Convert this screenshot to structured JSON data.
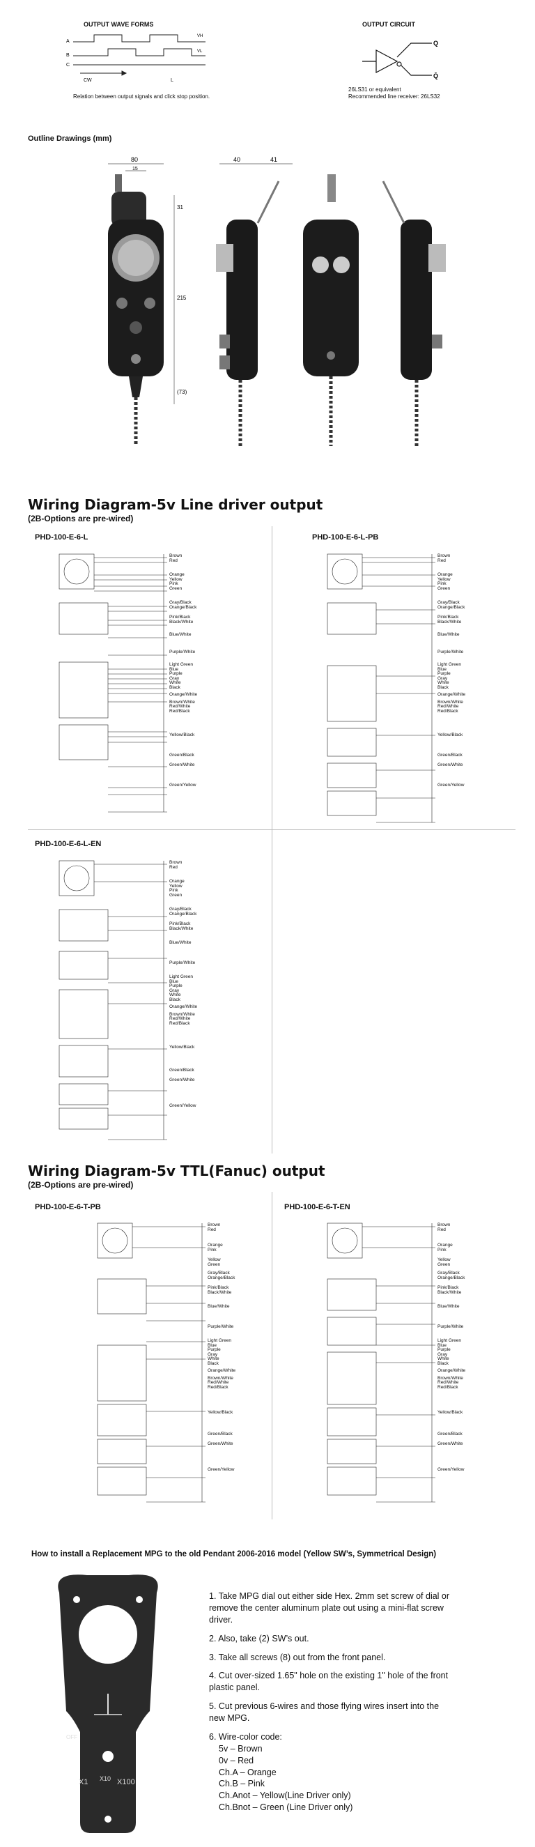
{
  "top": {
    "waveforms_title": "OUTPUT WAVE FORMS",
    "waveforms_caption": "Relation between output signals and click stop position.",
    "wave_labels": {
      "a": "A",
      "b": "B",
      "c": "C",
      "vh": "VH",
      "vl": "VL",
      "cw": "CW",
      "l": "L"
    },
    "circuit_title": "OUTPUT CIRCUIT",
    "circuit_q": "Q",
    "circuit_qbar": "Q̄",
    "circuit_line1": "26LS31 or equivalent",
    "circuit_line2": "Recommended line receiver: 26LS32"
  },
  "outline": {
    "title": "Outline Drawings (mm)",
    "dims": {
      "w80": "80",
      "w15": "15",
      "w40": "40",
      "w41": "41",
      "h31": "31",
      "h215": "215",
      "h73": "(73)"
    }
  },
  "line_driver": {
    "title": "Wiring Diagram-5v Line driver output",
    "subtitle": "(2B-Options are pre-wired)",
    "models": [
      "PHD-100-E-6-L",
      "PHD-100-E-6-L-PB",
      "PHD-100-E-6-L-EN"
    ]
  },
  "ttl": {
    "title": "Wiring Diagram-5v TTL(Fanuc) output",
    "subtitle": "(2B-Options are pre-wired)",
    "models": [
      "PHD-100-E-6-T-PB",
      "PHD-100-E-6-T-EN"
    ]
  },
  "wires_ld": [
    "Brown",
    "Red",
    "Orange",
    "Yellow",
    "Pink",
    "Green",
    "Gray/Black",
    "Orange/Black",
    "Pink/Black",
    "Black/White",
    "Blue/White",
    "Purple/White",
    "Light Green",
    "Blue",
    "Purple",
    "Gray",
    "White",
    "Black",
    "Orange/White",
    "Brown/White",
    "Red/White",
    "Red/Black",
    "Yellow/Black",
    "Green/Black",
    "Green/White",
    "Green/Yellow"
  ],
  "wires_ttl": [
    "Brown",
    "Red",
    "Orange",
    "Pink",
    "Yellow",
    "Green",
    "Gray/Black",
    "Orange/Black",
    "Pink/Black",
    "Black/White",
    "Blue/White",
    "Purple/White",
    "Light Green",
    "Blue",
    "Purple",
    "Gray",
    "White",
    "Black",
    "Orange/White",
    "Brown/White",
    "Red/White",
    "Red/Black",
    "Yellow/Black",
    "Green/Black",
    "Green/White",
    "Green/Yellow"
  ],
  "install": {
    "title": "How to install a Replacement MPG to the old Pendant 2006-2016 model (Yellow SW’s, Symmetrical Design)",
    "panel_labels": {
      "off": "OFF",
      "x1": "X1",
      "x10": "X10",
      "x100": "X100"
    },
    "steps": [
      "1. Take MPG dial out either side Hex. 2mm set screw of dial or remove the center aluminum plate out using a mini-flat screw driver.",
      "2. Also, take (2) SW’s out.",
      "3. Take all screws (8) out from the front panel.",
      "4. Cut over-sized 1.65\" hole on the existing 1\" hole of the front plastic panel.",
      "5. Cut previous 6-wires and those flying wires insert into the new MPG."
    ],
    "color_code_title": "6. Wire-color code:",
    "color_codes": [
      "5v – Brown",
      "0v – Red",
      "Ch.A – Orange",
      "Ch.B – Pink",
      "Ch.Anot – Yellow(Line Driver only)",
      "Ch.Bnot – Green  (Line Driver only)"
    ]
  }
}
